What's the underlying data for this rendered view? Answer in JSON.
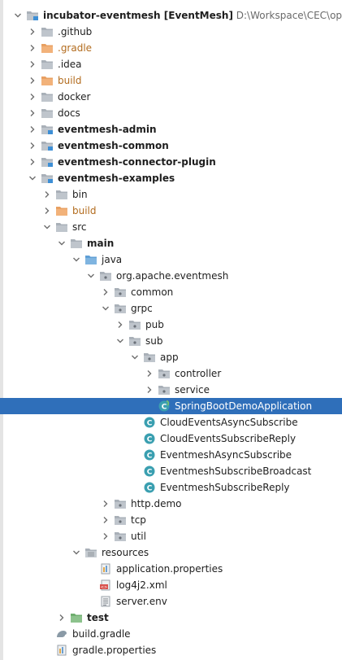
{
  "project_tree": {
    "rows": [
      {
        "depth": 0,
        "arrow": "down",
        "icon": "module-folder-icon",
        "label": "incubator-eventmesh [EventMesh]",
        "bold": true,
        "path": "D:\\Workspace\\CEC\\opensource\\in"
      },
      {
        "depth": 1,
        "arrow": "right",
        "icon": "folder-icon",
        "label": ".github"
      },
      {
        "depth": 1,
        "arrow": "right",
        "icon": "excluded-folder-icon",
        "label": ".gradle",
        "excluded": true
      },
      {
        "depth": 1,
        "arrow": "right",
        "icon": "folder-icon",
        "label": ".idea"
      },
      {
        "depth": 1,
        "arrow": "right",
        "icon": "excluded-folder-icon",
        "label": "build",
        "excluded": true
      },
      {
        "depth": 1,
        "arrow": "right",
        "icon": "folder-icon",
        "label": "docker"
      },
      {
        "depth": 1,
        "arrow": "right",
        "icon": "folder-icon",
        "label": "docs"
      },
      {
        "depth": 1,
        "arrow": "right",
        "icon": "module-folder-icon",
        "label": "eventmesh-admin",
        "bold": true
      },
      {
        "depth": 1,
        "arrow": "right",
        "icon": "module-folder-icon",
        "label": "eventmesh-common",
        "bold": true
      },
      {
        "depth": 1,
        "arrow": "right",
        "icon": "module-folder-icon",
        "label": "eventmesh-connector-plugin",
        "bold": true
      },
      {
        "depth": 1,
        "arrow": "down",
        "icon": "module-folder-icon",
        "label": "eventmesh-examples",
        "bold": true
      },
      {
        "depth": 2,
        "arrow": "right",
        "icon": "folder-icon",
        "label": "bin"
      },
      {
        "depth": 2,
        "arrow": "right",
        "icon": "excluded-folder-icon",
        "label": "build",
        "excluded": true
      },
      {
        "depth": 2,
        "arrow": "down",
        "icon": "folder-icon",
        "label": "src"
      },
      {
        "depth": 3,
        "arrow": "down",
        "icon": "folder-icon",
        "label": "main",
        "bold": true
      },
      {
        "depth": 4,
        "arrow": "down",
        "icon": "source-folder-icon",
        "label": "java"
      },
      {
        "depth": 5,
        "arrow": "down",
        "icon": "package-icon",
        "label": "org.apache.eventmesh"
      },
      {
        "depth": 6,
        "arrow": "right",
        "icon": "package-icon",
        "label": "common"
      },
      {
        "depth": 6,
        "arrow": "down",
        "icon": "package-icon",
        "label": "grpc"
      },
      {
        "depth": 7,
        "arrow": "right",
        "icon": "package-icon",
        "label": "pub"
      },
      {
        "depth": 7,
        "arrow": "down",
        "icon": "package-icon",
        "label": "sub"
      },
      {
        "depth": 8,
        "arrow": "down",
        "icon": "package-icon",
        "label": "app"
      },
      {
        "depth": 9,
        "arrow": "right",
        "icon": "package-icon",
        "label": "controller"
      },
      {
        "depth": 9,
        "arrow": "right",
        "icon": "package-icon",
        "label": "service"
      },
      {
        "depth": 9,
        "arrow": "none",
        "icon": "spring-class-icon",
        "label": "SpringBootDemoApplication",
        "selected": true
      },
      {
        "depth": 8,
        "arrow": "none",
        "icon": "class-icon",
        "label": "CloudEventsAsyncSubscribe"
      },
      {
        "depth": 8,
        "arrow": "none",
        "icon": "class-icon",
        "label": "CloudEventsSubscribeReply"
      },
      {
        "depth": 8,
        "arrow": "none",
        "icon": "class-icon",
        "label": "EventmeshAsyncSubscribe"
      },
      {
        "depth": 8,
        "arrow": "none",
        "icon": "class-icon",
        "label": "EventmeshSubscribeBroadcast"
      },
      {
        "depth": 8,
        "arrow": "none",
        "icon": "class-icon",
        "label": "EventmeshSubscribeReply"
      },
      {
        "depth": 6,
        "arrow": "right",
        "icon": "package-icon",
        "label": "http.demo"
      },
      {
        "depth": 6,
        "arrow": "right",
        "icon": "package-icon",
        "label": "tcp"
      },
      {
        "depth": 6,
        "arrow": "right",
        "icon": "package-icon",
        "label": "util"
      },
      {
        "depth": 4,
        "arrow": "down",
        "icon": "resources-folder-icon",
        "label": "resources"
      },
      {
        "depth": 5,
        "arrow": "none",
        "icon": "properties-file-icon",
        "label": "application.properties"
      },
      {
        "depth": 5,
        "arrow": "none",
        "icon": "xml-file-icon",
        "label": "log4j2.xml"
      },
      {
        "depth": 5,
        "arrow": "none",
        "icon": "text-file-icon",
        "label": "server.env"
      },
      {
        "depth": 3,
        "arrow": "right",
        "icon": "test-folder-icon",
        "label": "test",
        "bold": true
      },
      {
        "depth": 2,
        "arrow": "none",
        "icon": "gradle-file-icon",
        "label": "build.gradle"
      },
      {
        "depth": 2,
        "arrow": "none",
        "icon": "properties-file-icon",
        "label": "gradle.properties"
      }
    ]
  }
}
